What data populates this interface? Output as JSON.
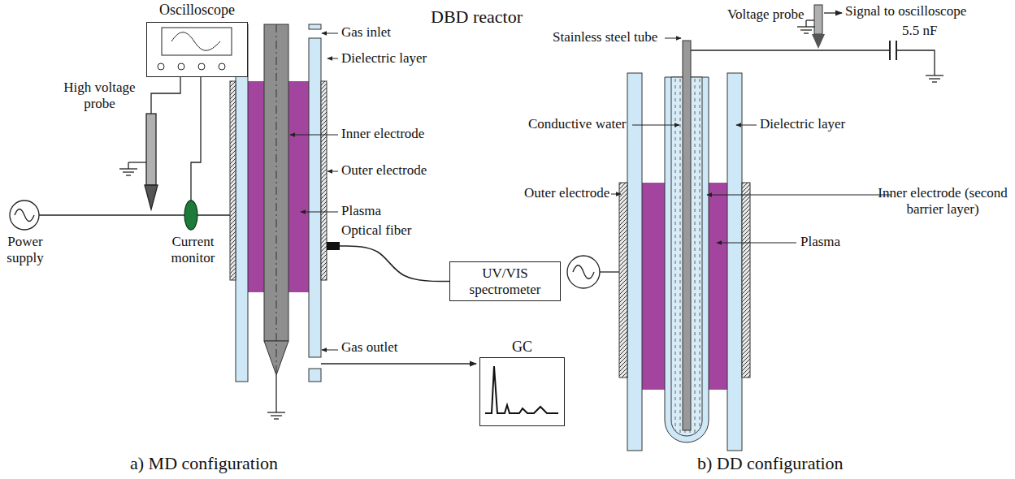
{
  "diagram": {
    "title": "DBD reactor",
    "nodes": [
      {
        "text": [
          "Oscilloscope"
        ]
      },
      {
        "text": [
          "UV/VIS spectrometer"
        ]
      },
      {
        "text": [
          "GC"
        ]
      }
    ],
    "labels": [
      "High voltage probe",
      "Power supply",
      "Current monitor",
      "Gas inlet",
      "Dielectric layer",
      "Inner electrode",
      "Outer electrode",
      "Plasma",
      "Optical fiber",
      "Gas outlet",
      "a) MD configuration",
      "Voltage probe",
      "Signal to oscilloscope",
      "Stainless steel tube",
      "5.5 nF",
      "Conductive water",
      "Dielectric layer",
      "Outer electrode",
      "Inner electrode (second barrier layer)",
      "Plasma",
      "b) DD configuration"
    ]
  }
}
